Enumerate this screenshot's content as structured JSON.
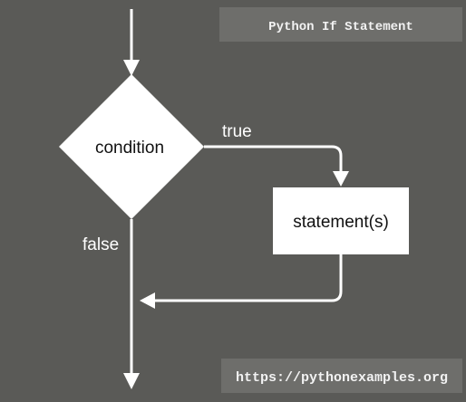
{
  "diagram": {
    "title": "Python If Statement",
    "source": "https://pythonexamples.org",
    "decision": {
      "label": "condition"
    },
    "process": {
      "label": "statement(s)"
    },
    "edges": {
      "true_label": "true",
      "false_label": "false"
    }
  },
  "colors": {
    "background": "#5a5a57",
    "banner": "#6e6e6b",
    "node_fill": "#ffffff",
    "line": "#ffffff",
    "text_dark": "#111111",
    "text_light": "#ffffff"
  }
}
